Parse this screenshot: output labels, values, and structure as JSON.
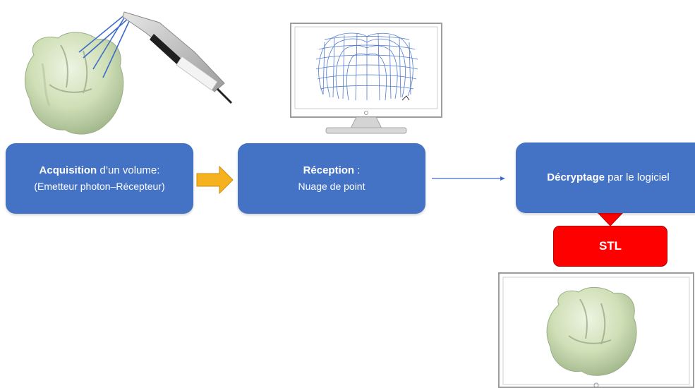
{
  "nodes": {
    "acquisition": {
      "title_bold": "Acquisition",
      "title_rest": " d’un volume:",
      "subtitle": "(Emetteur photon–Récepteur)"
    },
    "reception": {
      "title_bold": "Réception",
      "title_rest": " :",
      "subtitle": "Nuage de point"
    },
    "decryptage": {
      "title_bold": "Décryptage",
      "title_rest": " par le logiciel"
    },
    "stl": {
      "label": "STL"
    }
  },
  "colors": {
    "box_blue": "#4472c4",
    "stl_red": "#ff0000",
    "arrow_orange": "#f5b21e",
    "wire_blue": "#3d6cc9",
    "tooth_green": "#d5e3bf"
  },
  "icons": [
    "tooth-image",
    "intraoral-scanner-icon",
    "monitor-icon",
    "point-cloud-mesh"
  ]
}
